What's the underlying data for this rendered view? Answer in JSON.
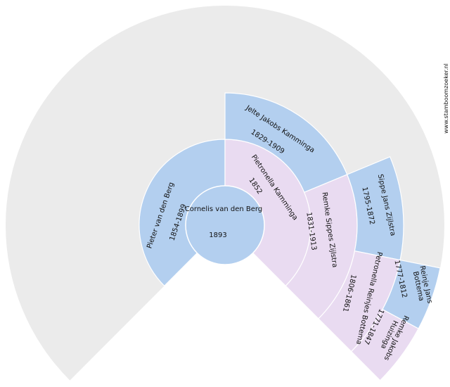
{
  "watermark": "www.stamboomzoeker.nl",
  "colors": {
    "background_ring": "#ebebeb",
    "male": "#b3cfef",
    "female": "#e9dbf1",
    "stroke": "#ffffff"
  },
  "persons": [
    {
      "id": "root",
      "name": "Cornelis van den Berg",
      "dates": "1893",
      "sex": "male"
    },
    {
      "id": "father",
      "name": "Pieter van den Berg",
      "dates": "1854-1899",
      "sex": "male"
    },
    {
      "id": "mother",
      "name": "Pietronella Kamminga",
      "dates": "1852",
      "sex": "female"
    },
    {
      "id": "mother-father",
      "name": "Jelte Jakobs Kamminga",
      "dates": "1829-1909",
      "sex": "male"
    },
    {
      "id": "mother-mother",
      "name": "Remke Sippes Zijlstra",
      "dates": "1831-1913",
      "sex": "female"
    },
    {
      "id": "mm-father",
      "name": "Sippe Jans Zijlstra",
      "dates": "1795-1872",
      "sex": "male"
    },
    {
      "id": "mm-mother",
      "name": "Petronella Reinjes Bottema",
      "dates": "1806-1861",
      "sex": "female"
    },
    {
      "id": "mmm-father",
      "name": "Reinje Jans Bottema",
      "dates": "1777-1812",
      "sex": "male"
    },
    {
      "id": "mmm-mother",
      "name": "Remke Jakobs Huizinga",
      "dates": "1771-1847",
      "sex": "female"
    }
  ]
}
